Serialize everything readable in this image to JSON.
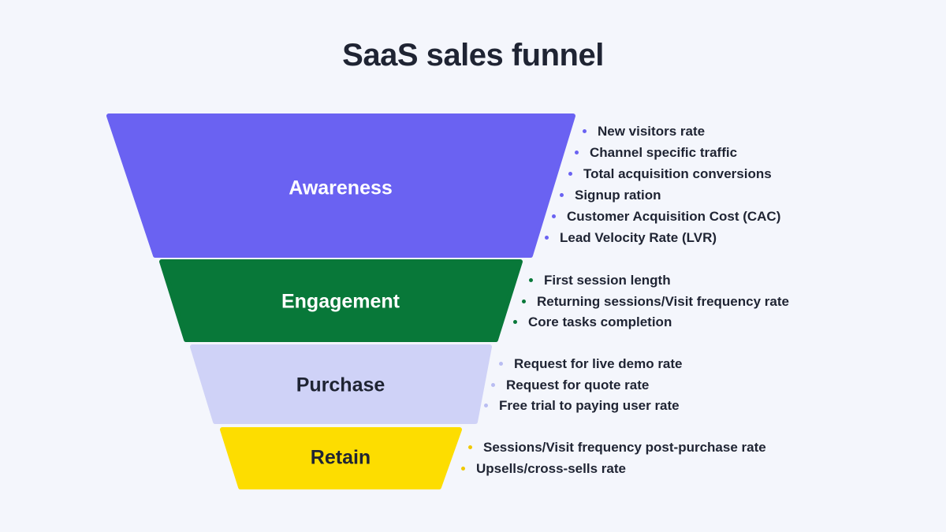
{
  "title": "SaaS sales funnel",
  "colors": {
    "awareness": "#6a62f2",
    "engagement": "#087839",
    "purchase": "#cfd2f7",
    "retain": "#fddd00"
  },
  "stages": [
    {
      "name": "Awareness",
      "metrics": [
        "New visitors rate",
        "Channel specific traffic",
        "Total acquisition conversions",
        "Signup ration",
        "Customer Acquisition Cost (CAC)",
        "Lead Velocity Rate (LVR)"
      ]
    },
    {
      "name": "Engagement",
      "metrics": [
        "First session length",
        "Returning sessions/Visit frequency rate",
        "Core tasks completion"
      ]
    },
    {
      "name": "Purchase",
      "metrics": [
        "Request for live demo rate",
        "Request for quote rate",
        "Free trial to paying user rate"
      ]
    },
    {
      "name": "Retain",
      "metrics": [
        "Sessions/Visit frequency post-purchase rate",
        "Upsells/cross-sells rate"
      ]
    }
  ]
}
